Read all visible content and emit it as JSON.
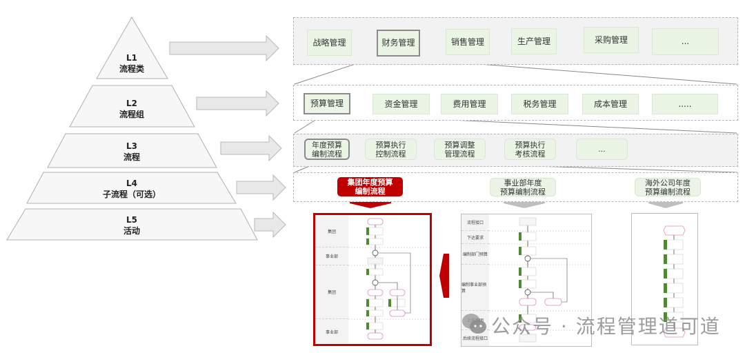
{
  "pyramid": {
    "levels": [
      {
        "code": "L1",
        "name": "流程类"
      },
      {
        "code": "L2",
        "name": "流程组"
      },
      {
        "code": "L3",
        "name": "流程"
      },
      {
        "code": "L4",
        "name": "子流程（可选）"
      },
      {
        "code": "L5",
        "name": "活动"
      }
    ]
  },
  "l1_row": {
    "items": [
      "战略管理",
      "财务管理",
      "销售管理",
      "生产管理",
      "采购管理",
      "..."
    ],
    "selected": "财务管理"
  },
  "l2_row": {
    "items": [
      "预算管理",
      "资金管理",
      "费用管理",
      "税务管理",
      "成本管理",
      "....."
    ],
    "selected": "预算管理"
  },
  "l3_row": {
    "items": [
      {
        "line1": "年度预算",
        "line2": "编制流程"
      },
      {
        "line1": "预算执行",
        "line2": "控制流程"
      },
      {
        "line1": "预算调整",
        "line2": "管理流程"
      },
      {
        "line1": "预算执行",
        "line2": "考核流程"
      },
      {
        "line1": "...",
        "line2": ""
      }
    ],
    "selected": "年度预算编制流程"
  },
  "l4_row": {
    "items": [
      {
        "line1": "集团年度预算",
        "line2": "编制流程",
        "highlight": true
      },
      {
        "line1": "事业部年度",
        "line2": "预算编制流程",
        "highlight": false
      },
      {
        "line1": "海外公司年度",
        "line2": "预算编制流程",
        "highlight": false
      }
    ]
  },
  "l5_diagrams": {
    "group": {
      "lanes": [
        "集团",
        "事业部",
        "集团",
        "事业部"
      ]
    },
    "division": {
      "lanes": [
        "流程接口",
        "下达要求",
        "编制部门预算",
        "编制事业部预算",
        "上报集团",
        "后续流程接口"
      ]
    }
  },
  "watermark": {
    "text": "公众号 · 流程管理道可道",
    "icon": "wechat-icon"
  },
  "colors": {
    "highlight_red": "#c00000",
    "box_green": "#eaf5e6",
    "activity_green": "#4e8a2f",
    "row_gray": "#f2f2f2"
  }
}
